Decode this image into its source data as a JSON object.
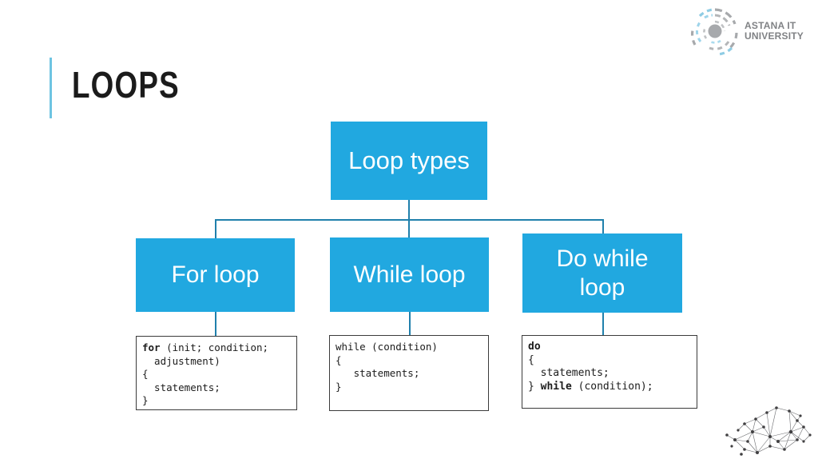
{
  "slide": {
    "title": "LOOPS",
    "background_color": "#ffffff",
    "accent_color": "#6ec4e2",
    "node_color": "#21a8e0",
    "connector_color": "#2080ac",
    "title_color": "#1b1b1b"
  },
  "brand": {
    "logo_icon": "astana-it-university-circular-logo",
    "line1": "ASTANA IT",
    "line2": "UNIVERSITY",
    "text_color": "#808285"
  },
  "diagram": {
    "root": {
      "label": "Loop types"
    },
    "children": [
      {
        "id": "for",
        "label": "For loop"
      },
      {
        "id": "while",
        "label": "While loop"
      },
      {
        "id": "dowhile",
        "label": "Do while loop"
      }
    ]
  },
  "code_samples": [
    {
      "id": "for",
      "lines": [
        {
          "bold": "for",
          "rest": " (init; condition;"
        },
        {
          "bold": "",
          "rest": "  adjustment)"
        },
        {
          "bold": "",
          "rest": "{"
        },
        {
          "bold": "",
          "rest": "  statements;"
        },
        {
          "bold": "",
          "rest": "}"
        }
      ]
    },
    {
      "id": "while",
      "lines": [
        {
          "bold": "",
          "rest": "while (condition)"
        },
        {
          "bold": "",
          "rest": "{"
        },
        {
          "bold": "",
          "rest": "   statements;"
        },
        {
          "bold": "",
          "rest": "}"
        }
      ]
    },
    {
      "id": "dowhile",
      "lines": [
        {
          "bold": "do",
          "rest": ""
        },
        {
          "bold": "",
          "rest": "{"
        },
        {
          "bold": "",
          "rest": "  statements;"
        },
        {
          "bold": "} ",
          "rest": "",
          "bold2": "while",
          "rest2": " (condition);"
        }
      ]
    }
  ],
  "code_text": {
    "for": "for (init; condition;\n  adjustment)\n{\n  statements;\n}",
    "while": "while (condition)\n{\n   statements;\n}",
    "dowhile": "do\n{\n  statements;\n} while (condition);"
  },
  "decoration": {
    "network_icon": "network-nodes-graph"
  }
}
